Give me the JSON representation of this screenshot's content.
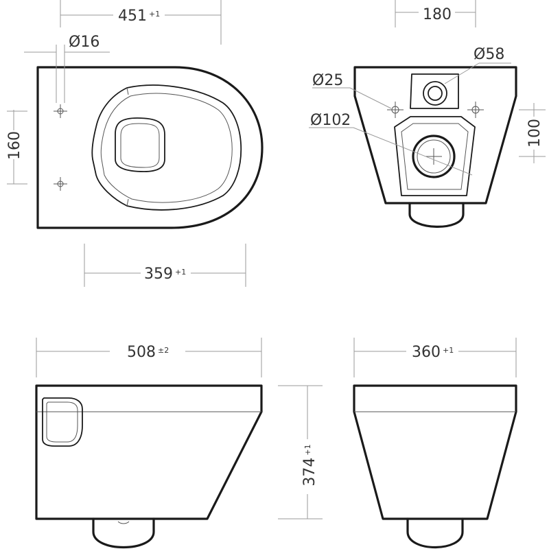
{
  "dimensions": {
    "top_length": {
      "value": "451",
      "tol": "+1"
    },
    "fix_hole": "Ø16",
    "fix_spacing": "160",
    "seat_length": {
      "value": "359",
      "tol": "+1"
    },
    "rear_width": "180",
    "inlet_dia": "Ø58",
    "bolt_dia": "Ø25",
    "outlet_dia": "Ø102",
    "outlet_offset": "100",
    "side_length": {
      "value": "508",
      "tol": "±2"
    },
    "height": {
      "value": "374",
      "tol": "+1"
    },
    "front_width": {
      "value": "360",
      "tol": "+1"
    }
  }
}
